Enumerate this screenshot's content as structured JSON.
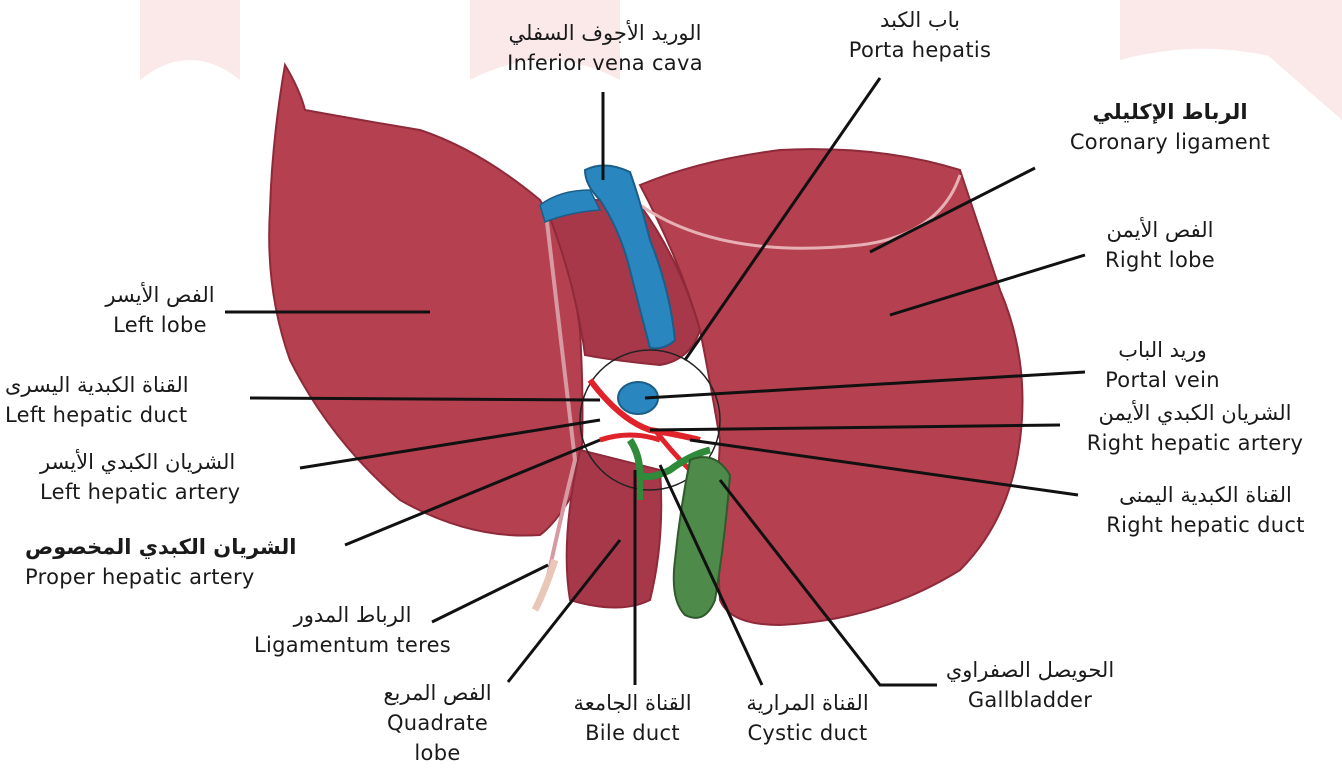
{
  "colors": {
    "liver": "#b5404f",
    "liver_dark": "#8f2a3a",
    "liver_light": "#c9616e",
    "ivc": "#2a86bf",
    "artery": "#e0222a",
    "bile": "#2f8a3a",
    "gallbladder": "#4e8a4a",
    "watermark": "#fbe9ea",
    "leader": "#111111"
  },
  "labels": {
    "ivc": {
      "ar": "الوريد الأجوف السفلي",
      "en": "Inferior vena cava"
    },
    "porta": {
      "ar": "باب الكبد",
      "en": "Porta hepatis"
    },
    "coronary": {
      "ar": "الرباط الإكليلي",
      "en": "Coronary ligament"
    },
    "right_lobe": {
      "ar": "الفص الأيمن",
      "en": "Right lobe"
    },
    "left_lobe": {
      "ar": "الفص الأيسر",
      "en": "Left lobe"
    },
    "portal_vein": {
      "ar": "وريد الباب",
      "en": "Portal vein"
    },
    "left_hep_duct": {
      "ar": "القناة الكبدية اليسرى",
      "en": "Left hepatic duct"
    },
    "right_hep_artery": {
      "ar": "الشريان الكبدي الأيمن",
      "en": "Right hepatic artery"
    },
    "left_hep_artery": {
      "ar": "الشريان الكبدي الأيسر",
      "en": "Left hepatic artery"
    },
    "right_hep_duct": {
      "ar": "القناة الكبدية اليمنى",
      "en": "Right hepatic duct"
    },
    "proper_hep_artery": {
      "ar": "الشريان الكبدي المخصوص",
      "en": "Proper hepatic artery"
    },
    "lig_teres": {
      "ar": "الرباط المدور",
      "en": "Ligamentum teres"
    },
    "gallbladder": {
      "ar": "الحويصل الصفراوي",
      "en": "Gallbladder"
    },
    "quadrate": {
      "ar": "الفص المربع",
      "en1": "Quadrate",
      "en2": "lobe"
    },
    "bile_duct": {
      "ar": "القناة الجامعة",
      "en": "Bile duct"
    },
    "cystic_duct": {
      "ar": "القناة المرارية",
      "en": "Cystic duct"
    }
  }
}
